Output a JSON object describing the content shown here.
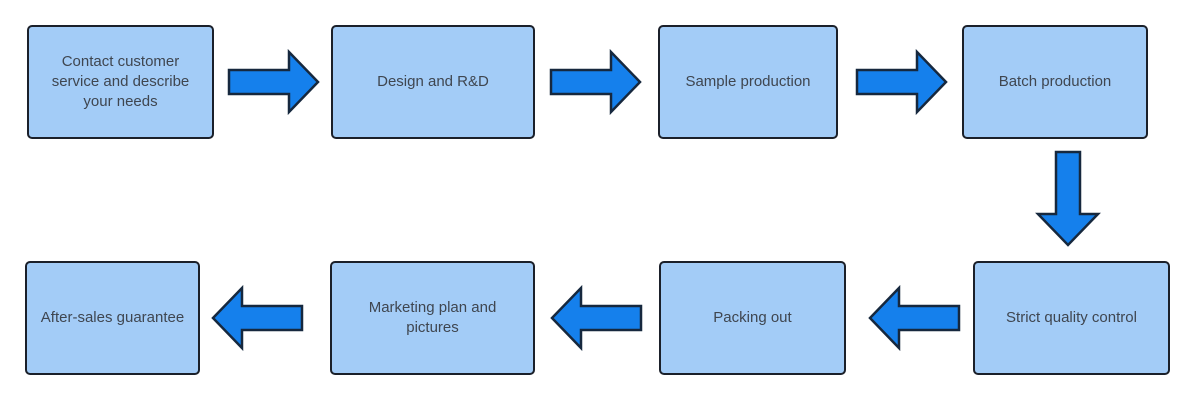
{
  "diagram": {
    "type": "flowchart",
    "background_color": "#FFFFFF",
    "colors": {
      "box_fill": "#A3CCF7",
      "box_border": "#1B202A",
      "arrow_fill": "#1580EC",
      "arrow_outline": "#16283E",
      "text": "#3F4650"
    },
    "steps": [
      {
        "label": "Contact customer service and describe your needs"
      },
      {
        "label": "Design and R&D"
      },
      {
        "label": "Sample production"
      },
      {
        "label": "Batch production"
      },
      {
        "label": "Strict quality control"
      },
      {
        "label": "Packing out"
      },
      {
        "label": "Marketing plan and pictures"
      },
      {
        "label": "After-sales guarantee"
      }
    ],
    "flow": [
      {
        "from": "Contact customer service and describe your needs",
        "to": "Design and R&D",
        "direction": "right"
      },
      {
        "from": "Design and R&D",
        "to": "Sample production",
        "direction": "right"
      },
      {
        "from": "Sample production",
        "to": "Batch production",
        "direction": "right"
      },
      {
        "from": "Batch production",
        "to": "Strict quality control",
        "direction": "down"
      },
      {
        "from": "Strict quality control",
        "to": "Packing out",
        "direction": "left"
      },
      {
        "from": "Packing out",
        "to": "Marketing plan and pictures",
        "direction": "left"
      },
      {
        "from": "Marketing plan and pictures",
        "to": "After-sales guarantee",
        "direction": "left"
      }
    ]
  }
}
